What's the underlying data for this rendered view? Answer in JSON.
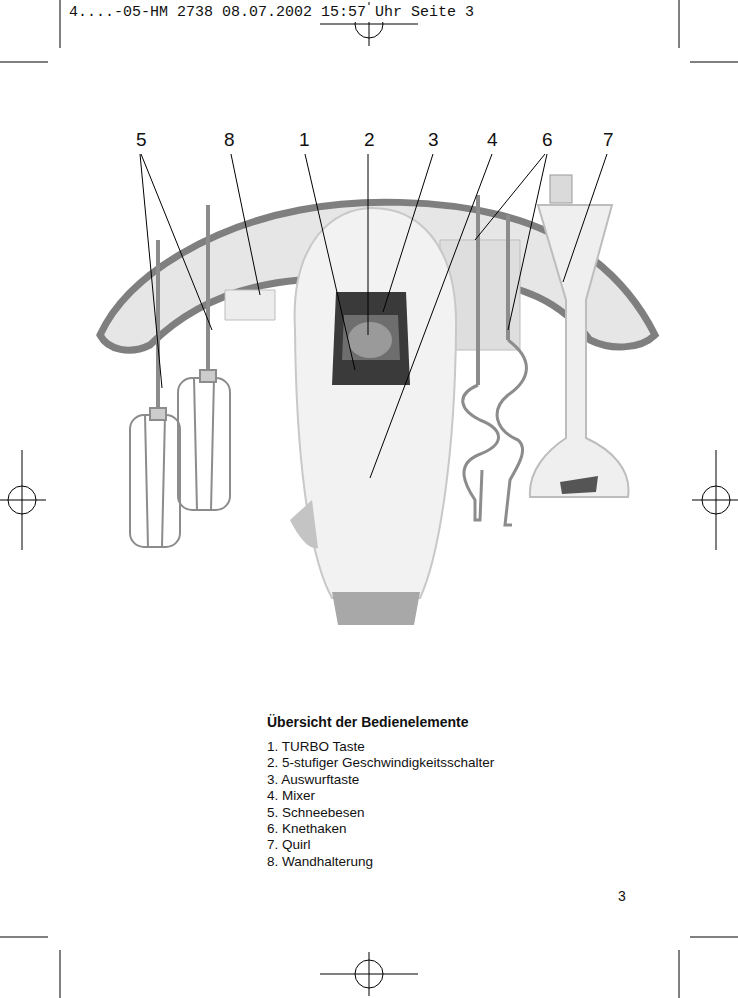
{
  "diagram": {
    "title": "Übersicht der Bedienelemente",
    "labels": [
      "4....-05-HM 2738  08.07.2002 15:57 Uhr  Seite 3",
      "5",
      "8",
      "1",
      "2",
      "3",
      "4",
      "6",
      "7",
      "1.  TURBO Taste",
      "2.  5-stufiger Geschwindigkeitsschalter",
      "3.  Auswurftaste",
      "4.  Mixer",
      "5.  Schneebesen",
      "6.  Knethaken",
      "7.  Quirl",
      "8.  Wandhalterung",
      "3"
    ]
  }
}
